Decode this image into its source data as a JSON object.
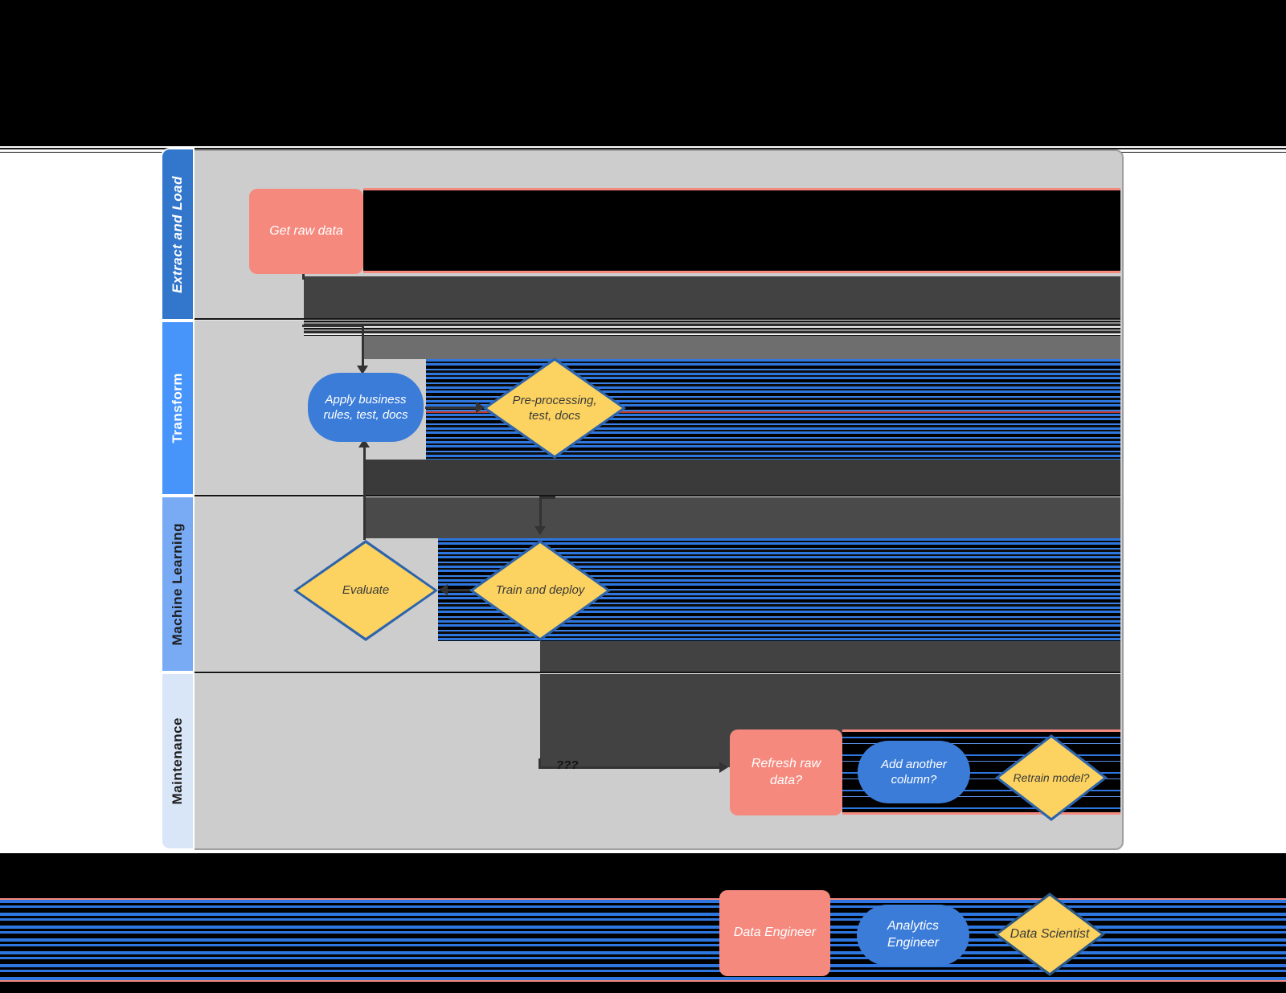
{
  "lanes": [
    {
      "label": "Extract and Load",
      "band_color": "#3377cd",
      "text_color": "#ffffff"
    },
    {
      "label": "Transform",
      "band_color": "#4794fb",
      "text_color": "#ffffff"
    },
    {
      "label": "Machine Learning",
      "band_color": "#79abf5",
      "text_color": "#1d1d1d"
    },
    {
      "label": "Maintenance",
      "band_color": "#d8e6f8",
      "text_color": "#1d1d1d"
    }
  ],
  "nodes": {
    "get_raw_data": {
      "label": "Get raw data",
      "shape": "rounded-rect",
      "fill": "#f5897e"
    },
    "apply_business_rules": {
      "label": "Apply business rules, test, docs",
      "shape": "stadium",
      "fill": "#3b7cd9"
    },
    "pre_processing": {
      "label": "Pre-processing, test, docs",
      "shape": "diamond",
      "fill": "#fcd360"
    },
    "evaluate": {
      "label": "Evaluate",
      "shape": "diamond",
      "fill": "#fcd360"
    },
    "train_and_deploy": {
      "label": "Train and deploy",
      "shape": "diamond",
      "fill": "#fcd360"
    },
    "refresh_raw_data": {
      "label": "Refresh raw data?",
      "shape": "rounded-rect",
      "fill": "#f5897e"
    },
    "add_another_column": {
      "label": "Add another column?",
      "shape": "stadium",
      "fill": "#3b7cd9"
    },
    "retrain_model": {
      "label": "Retrain model?",
      "shape": "diamond",
      "fill": "#fcd360"
    }
  },
  "connectors": {
    "unknown_label": "???"
  },
  "legend": [
    {
      "label": "Data Engineer",
      "shape": "rounded-rect",
      "fill": "#f5897e"
    },
    {
      "label": "Analytics Engineer",
      "shape": "stadium",
      "fill": "#3b7cd9"
    },
    {
      "label": "Data Scientist",
      "shape": "diamond",
      "fill": "#fcd360"
    }
  ],
  "colors": {
    "salmon": "#f5897e",
    "blue_node": "#3b7cd9",
    "yellow_node": "#fcd360",
    "diamond_border": "#2d64ac",
    "legend_diamond_border": "#2b5886",
    "canvas_gray": "#cdcdcd",
    "glitch_dark": "#424242",
    "glitch_blue_stripe": "#2e77e0"
  }
}
